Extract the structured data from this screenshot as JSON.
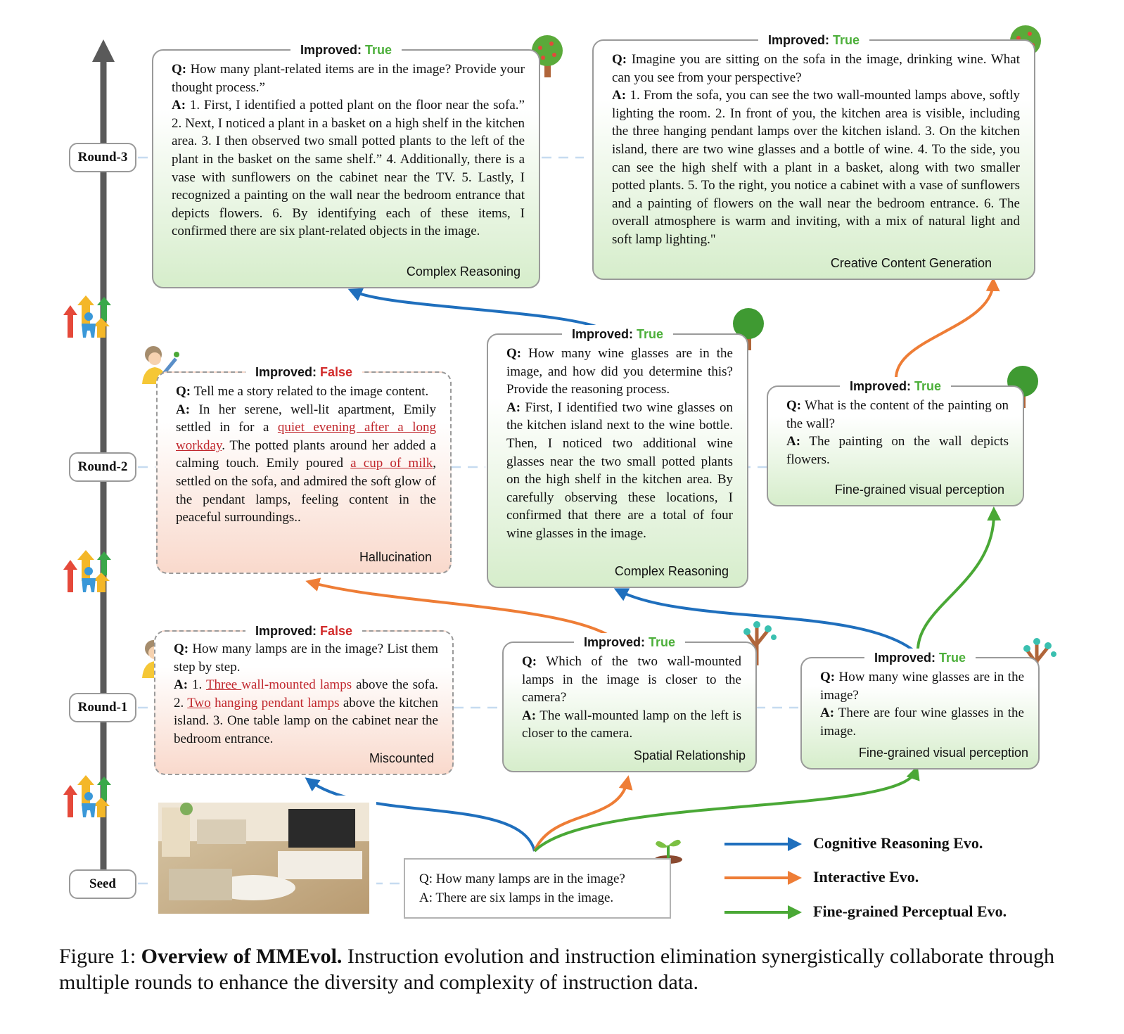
{
  "rounds": [
    "Round-3",
    "Round-2",
    "Round-1",
    "Seed"
  ],
  "improved_prefix": "Improved:",
  "status_true": "True",
  "status_false": "False",
  "colors": {
    "cognitive": "#1f6fbd",
    "interactive": "#ee7d36",
    "perceptual": "#4aa836",
    "true_text": "#4caf3a",
    "false_text": "#d22a2a",
    "axis": "#5a5a5a"
  },
  "cards": {
    "r3_left": {
      "status": "True",
      "q_label": "Q:",
      "q": "How many plant-related items are in the image? Provide your thought process.”",
      "a_label": "A:",
      "a": "1. First, I identified a potted plant on the floor near the sofa.” 2. Next, I noticed a plant in a basket on a high shelf in the kitchen area. 3. I then observed two small potted plants to the left of the plant in the basket on the same shelf.” 4. Additionally, there is a vase with sunflowers on the cabinet near the TV. 5. Lastly, I recognized a painting on the wall near the bedroom entrance that depicts flowers. 6. By identifying each of these items, I confirmed there are six plant-related objects in the image.",
      "tag": "Complex Reasoning"
    },
    "r3_right": {
      "status": "True",
      "q_label": "Q:",
      "q": "Imagine you are sitting on the sofa in the image, drinking wine. What can you see from your perspective?",
      "a_label": "A:",
      "a": "1. From the sofa, you can see the two wall-mounted lamps above, softly lighting the room. 2. In front of you, the kitchen area is visible, including the three hanging pendant lamps over the kitchen island. 3. On the kitchen island, there are two wine glasses and a bottle of wine. 4. To the side, you can see the high shelf with a plant in a basket, along with two smaller potted plants. 5. To the right, you notice a cabinet with a vase of sunflowers and a painting of flowers on the wall near the bedroom entrance. 6. The overall atmosphere is warm and inviting, with a mix of natural light and soft lamp lighting.\"",
      "tag": "Creative Content Generation"
    },
    "r2_left": {
      "status": "False",
      "q_label": "Q:",
      "q": "Tell me a story related to the image content.",
      "a_label": "A:",
      "a_1": "In her serene, well-lit apartment, Emily settled in for a ",
      "a_hl1": "quiet evening after a long workday",
      "a_2": ". The potted plants around her added a calming touch. Emily poured ",
      "a_hl2": "a cup of milk",
      "a_3": ", settled on the sofa, and admired the soft glow of the pendant lamps, feeling content in the peaceful surroundings..",
      "tag": "Hallucination"
    },
    "r2_mid": {
      "status": "True",
      "q_label": "Q:",
      "q": "How many wine glasses are in the image, and how did you determine this? Provide the reasoning process.",
      "a_label": "A:",
      "a": "First, I identified two wine glasses on the kitchen island next to the wine bottle. Then, I noticed two additional wine glasses near the two small potted plants on the high shelf in the kitchen area. By carefully observing these locations, I confirmed that there are a total of four wine glasses in the image.",
      "tag": "Complex Reasoning"
    },
    "r2_right": {
      "status": "True",
      "q_label": "Q:",
      "q": "What is the content of the painting on the wall?",
      "a_label": "A:",
      "a": "The painting on the wall depicts flowers.",
      "tag": "Fine-grained visual perception"
    },
    "r1_left": {
      "status": "False",
      "q_label": "Q:",
      "q": "How many lamps are in the image? List them step by step.",
      "a_label": "A:",
      "a_1": "1. ",
      "a_hl1a": "Three ",
      "a_hl1b": "wall-mounted lamps",
      "a_2": " above the sofa. 2. ",
      "a_hl2a": "Two",
      "a_hl2b": " hanging pendant lamps",
      "a_3": " above the kitchen island. 3. One table lamp on the cabinet near the bedroom entrance.",
      "tag": "Miscounted"
    },
    "r1_mid": {
      "status": "True",
      "q_label": "Q:",
      "q": "Which of the two wall-mounted lamps in the image is closer to the camera?",
      "a_label": "A:",
      "a": "The wall-mounted lamp on the left is closer to the camera.",
      "tag": "Spatial Relationship"
    },
    "r1_right": {
      "status": "True",
      "q_label": "Q:",
      "q": "How many wine glasses are in the image?",
      "a_label": "A:",
      "a": "There are four wine glasses in the image.",
      "tag": "Fine-grained visual perception"
    }
  },
  "seed": {
    "q": "Q: How many lamps are in the image?",
    "a": "A: There are six lamps in the image."
  },
  "legend": [
    {
      "label": "Cognitive Reasoning Evo.",
      "color": "#1f6fbd"
    },
    {
      "label": "Interactive Evo.",
      "color": "#ee7d36"
    },
    {
      "label": "Fine-grained Perceptual Evo.",
      "color": "#4aa836"
    }
  ],
  "caption": {
    "prefix": "Figure 1: ",
    "bold": "Overview of MMEvol.",
    "text": " Instruction evolution and instruction elimination synergistically collaborate through multiple rounds to enhance the diversity and complexity of instruction data."
  }
}
